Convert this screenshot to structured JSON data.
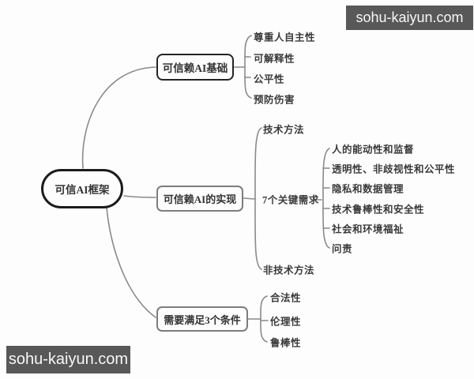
{
  "watermarks": {
    "top_right": "sohu-kaiyun.com",
    "bottom_left": "sohu-kaiyun.com"
  },
  "colors": {
    "line": "#8a8a8a",
    "node_border_dark": "#1c1c1c",
    "node_border_gray": "#7d7d7d",
    "text": "#3a3a3a",
    "watermark_bg": "#585858",
    "watermark_text": "#f7f7f7"
  },
  "mindmap": {
    "root": {
      "label": "可信AI框架"
    },
    "branches": [
      {
        "label": "可信赖AI基础",
        "children": [
          {
            "label": "尊重人自主性"
          },
          {
            "label": "可解释性"
          },
          {
            "label": "公平性"
          },
          {
            "label": "预防伤害"
          }
        ]
      },
      {
        "label": "可信赖AI的实现",
        "children": [
          {
            "label": "技术方法"
          },
          {
            "label": "7个关键需求",
            "children": [
              {
                "label": "人的能动性和监督"
              },
              {
                "label": "透明性、非歧视性和公平性"
              },
              {
                "label": "隐私和数据管理"
              },
              {
                "label": "技术鲁棒性和安全性"
              },
              {
                "label": "社会和环境福祉"
              },
              {
                "label": "问责"
              }
            ]
          },
          {
            "label": "非技术方法"
          }
        ]
      },
      {
        "label": "需要满足3个条件",
        "children": [
          {
            "label": "合法性"
          },
          {
            "label": "伦理性"
          },
          {
            "label": "鲁棒性"
          }
        ]
      }
    ]
  }
}
